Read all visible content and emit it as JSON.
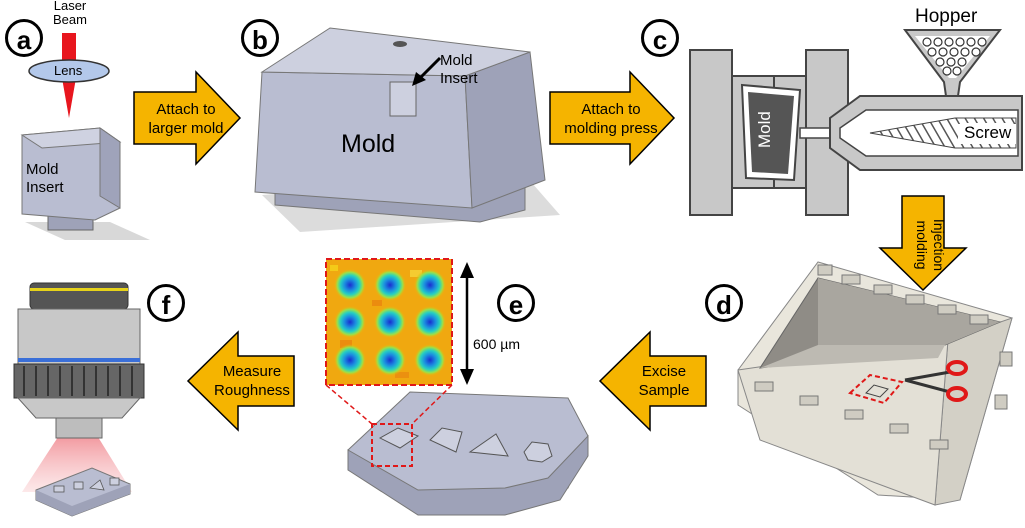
{
  "panels": {
    "a": "a",
    "b": "b",
    "c": "c",
    "d": "d",
    "e": "e",
    "f": "f"
  },
  "labels": {
    "laser_beam_1": "Laser",
    "laser_beam_2": "Beam",
    "lens": "Lens",
    "mold_insert_a_1": "Mold",
    "mold_insert_a_2": "Insert",
    "mold_insert_b_1": "Mold",
    "mold_insert_b_2": "Insert",
    "mold_b": "Mold",
    "hopper": "Hopper",
    "mold_c": "Mold",
    "screw": "Screw",
    "scale": "600 µm"
  },
  "arrows": {
    "ab_1": "Attach to",
    "ab_2": "larger mold",
    "bc_1": "Attach to",
    "bc_2": "molding press",
    "cd_1": "Injection",
    "cd_2": "molding",
    "de_1": "Excise",
    "de_2": "Sample",
    "ef_1": "Measure",
    "ef_2": "Roughness"
  },
  "colors": {
    "arrow_fill": "#F5B400",
    "part_gray": "#B9BDD1",
    "part_dark": "#8E93AA",
    "press_gray": "#C8C8C8",
    "laser_red": "#E8161E",
    "lens_blue": "#B3C8EA",
    "dashed_red": "#E01818",
    "box_beige": "#E9E6DC"
  }
}
